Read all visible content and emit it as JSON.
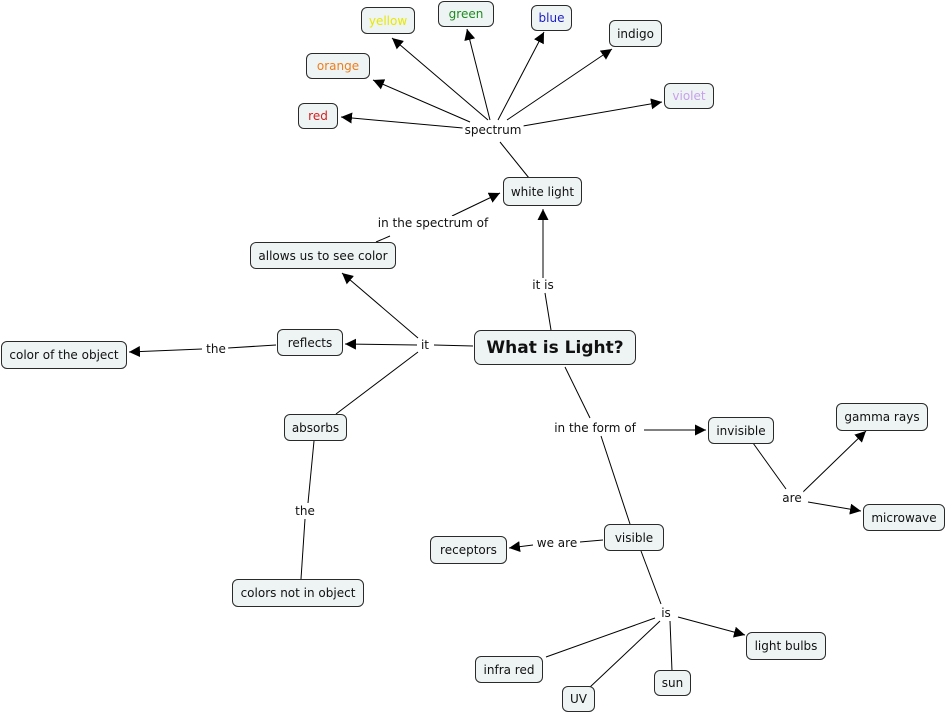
{
  "concepts": {
    "main": "What is Light?",
    "white_light": "white light",
    "red": "red",
    "orange": "orange",
    "yellow": "yellow",
    "green": "green",
    "blue": "blue",
    "indigo": "indigo",
    "violet": "violet",
    "allows_color": "allows us to see color",
    "reflects": "reflects",
    "color_object": "color of the object",
    "absorbs": "absorbs",
    "colors_not": "colors not in object",
    "invisible": "invisible",
    "gamma": "gamma rays",
    "microwave": "microwave",
    "visible": "visible",
    "receptors": "receptors",
    "light_bulbs": "light bulbs",
    "infra_red": "infra red",
    "uv": "UV",
    "sun": "sun"
  },
  "linking_phrases": {
    "spectrum": "spectrum",
    "in_spectrum_of": "in the spectrum of",
    "it_is": "it is",
    "it": "it",
    "the_reflects": "the",
    "the_absorbs": "the",
    "in_form_of": "in the form of",
    "are": "are",
    "we_are": "we are",
    "is": "is"
  },
  "colors": {
    "red": "#d81e1e",
    "orange": "#f07d1a",
    "yellow": "#e8e800",
    "green": "#1e8c1e",
    "blue": "#1c1cc8",
    "indigo": "#111111",
    "violet": "#c8a0ec",
    "node_fill": "#eef4f4",
    "line": "#000000"
  }
}
